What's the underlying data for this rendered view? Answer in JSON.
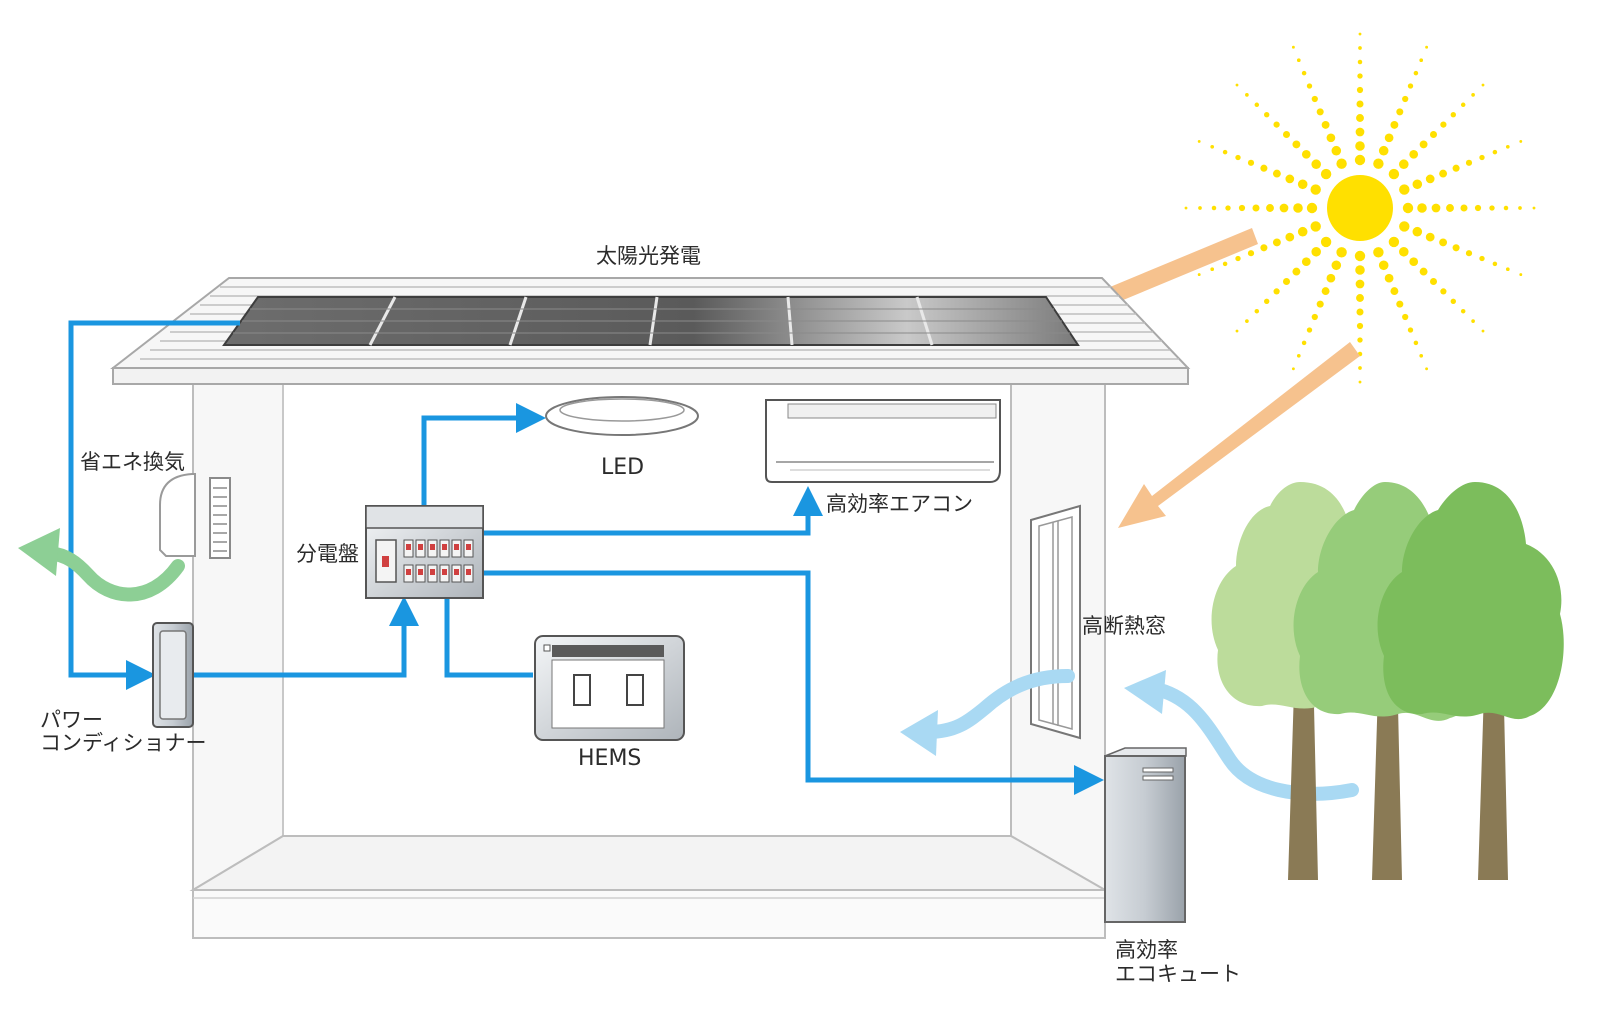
{
  "labels": {
    "solar": "太陽光発電",
    "led": "LED",
    "aircon": "高効率エアコン",
    "ventilation": "省エネ換気",
    "distribution_board": "分電盤",
    "power_conditioner_line1": "パワー",
    "power_conditioner_line2": "コンディショナー",
    "hems": "HEMS",
    "window": "高断熱窓",
    "ecocute_line1": "高効率",
    "ecocute_line2": "エコキュート"
  },
  "colors": {
    "power_flow": "#1a96e0",
    "sunlight": "#f6c28e",
    "sun": "#ffe000",
    "cool_air": "#a9d9f3",
    "exhaust_air": "#8dcf95",
    "tree_light": "#bcdc9b",
    "tree_mid": "#96cc7a",
    "tree_dark": "#7cbd5c",
    "trunk": "#8a7a55"
  }
}
